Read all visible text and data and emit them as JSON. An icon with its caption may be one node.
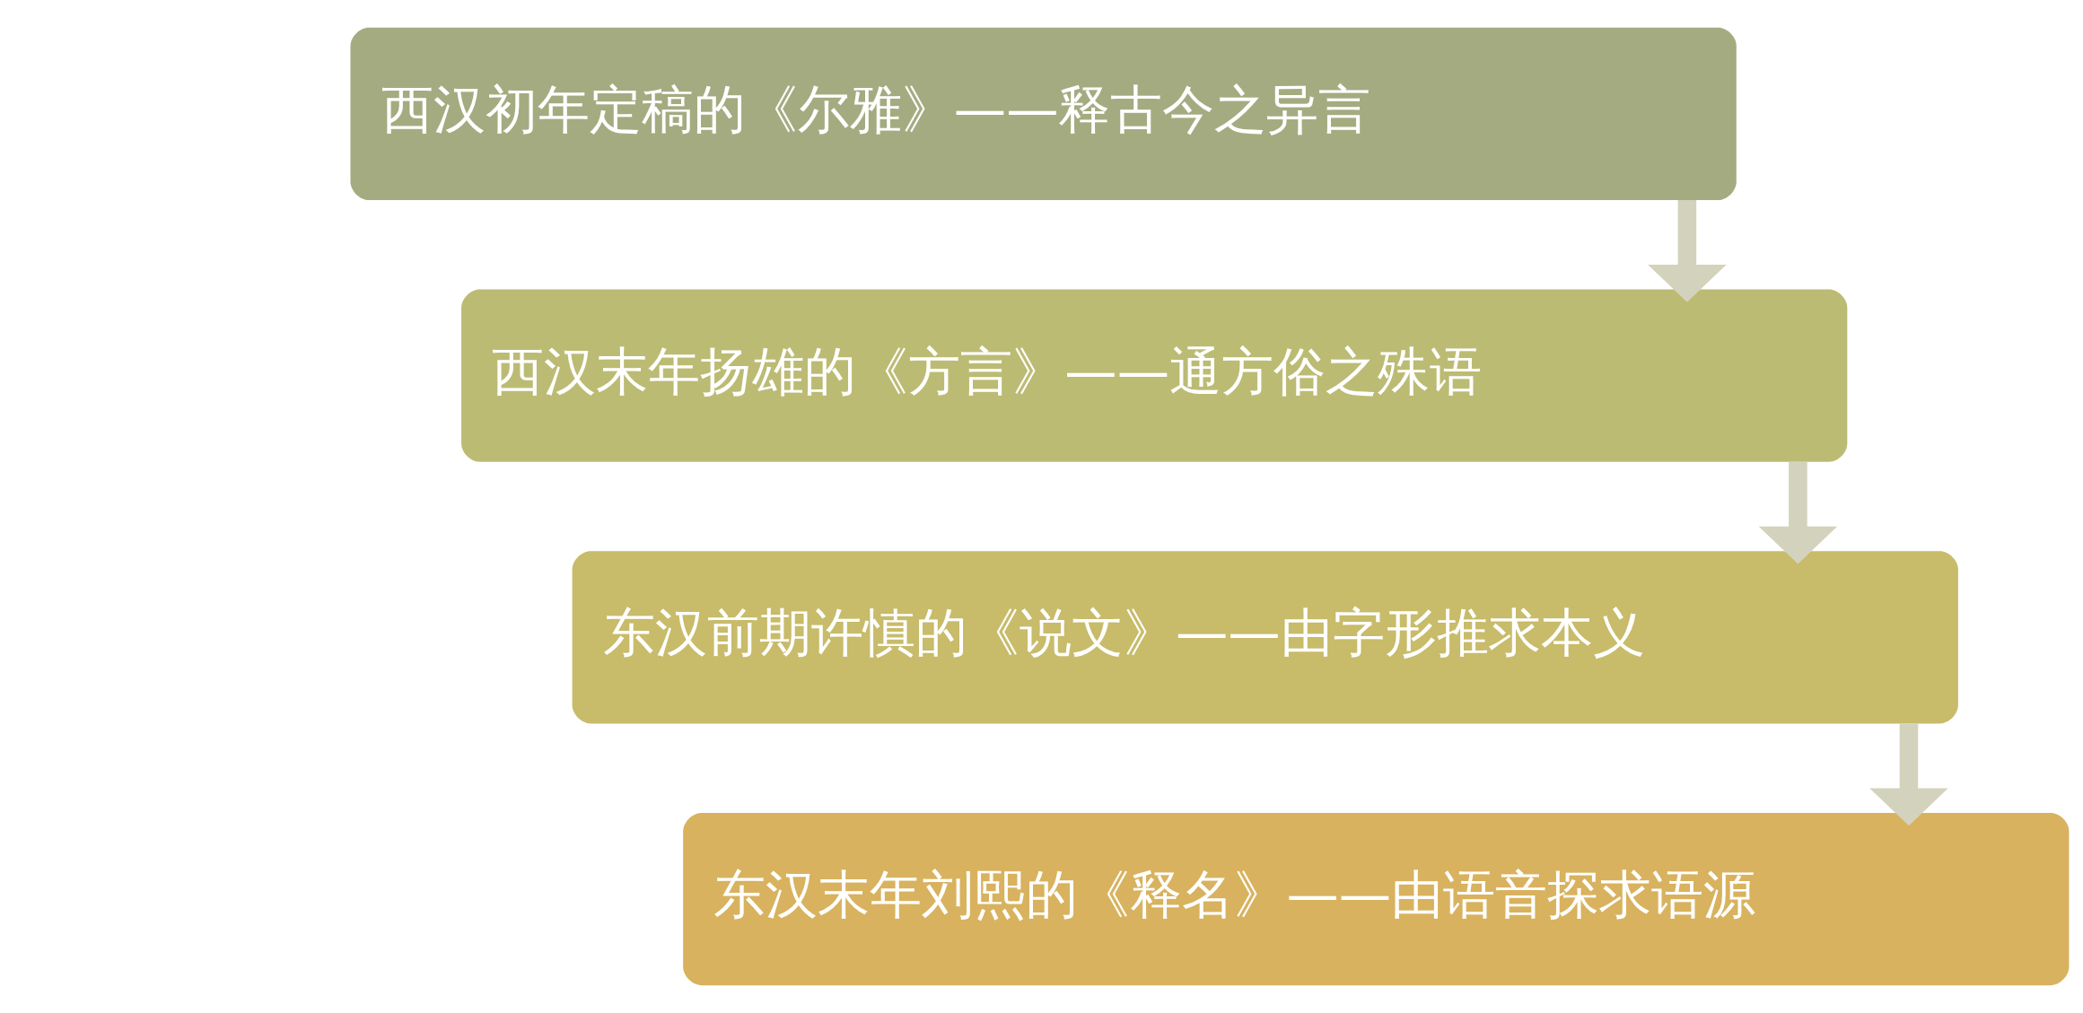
{
  "diagram": {
    "nodes": [
      {
        "text": [
          "西汉初年定稿的《尔雅》——释古今之异言"
        ]
      },
      {
        "text": [
          "西汉末年扬雄的《方言》——通方俗之殊语"
        ]
      },
      {
        "text": [
          "东汉前期许慎的《说文》——由字形推求本义"
        ]
      },
      {
        "text": [
          "东汉末年刘熙的《释名》——由语音探求语源"
        ]
      }
    ],
    "edges": [
      {
        "from": 0,
        "to": 1,
        "arrow": "to"
      },
      {
        "from": 1,
        "to": 2,
        "arrow": "to"
      },
      {
        "from": 2,
        "to": 3,
        "arrow": "to"
      }
    ]
  }
}
